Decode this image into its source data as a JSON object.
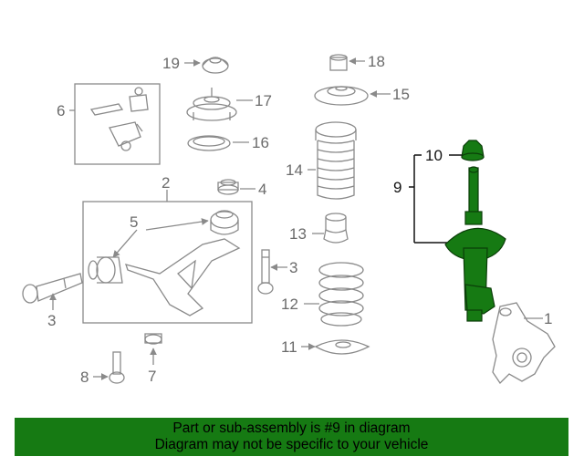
{
  "callouts": {
    "c1": "1",
    "c2": "2",
    "c3a": "3",
    "c3b": "3",
    "c4": "4",
    "c5": "5",
    "c6": "6",
    "c7": "7",
    "c8": "8",
    "c9": "9",
    "c10": "10",
    "c11": "11",
    "c12": "12",
    "c13": "13",
    "c14": "14",
    "c15": "15",
    "c16": "16",
    "c17": "17",
    "c18": "18",
    "c19": "19"
  },
  "banner": {
    "line1": "Part or sub-assembly is #9 in diagram",
    "line2": "Diagram may not be specific to your vehicle"
  },
  "colors": {
    "highlight": "#167a13",
    "line": "#8a8a8a",
    "banner_bg": "#167a13"
  }
}
